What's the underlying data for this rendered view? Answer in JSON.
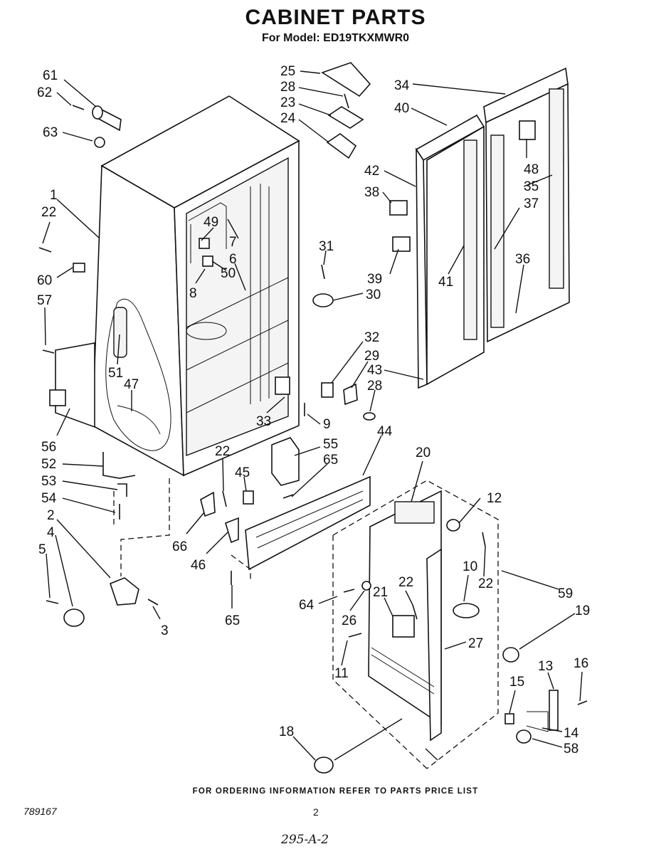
{
  "header": {
    "title": "CABINET PARTS",
    "subtitle": "For Model: ED19TKXMWR0"
  },
  "footer": {
    "ordering_note": "FOR ORDERING INFORMATION REFER TO PARTS PRICE LIST",
    "document_number": "789167",
    "page_number": "2",
    "handwritten_code": "295-A-2"
  },
  "callouts": [
    "61",
    "62",
    "63",
    "1",
    "22",
    "60",
    "57",
    "56",
    "52",
    "53",
    "54",
    "2",
    "4",
    "5",
    "3",
    "49",
    "7",
    "6",
    "50",
    "8",
    "51",
    "47",
    "25",
    "28",
    "23",
    "24",
    "34",
    "40",
    "42",
    "38",
    "48",
    "35",
    "37",
    "31",
    "39",
    "30",
    "41",
    "36",
    "32",
    "29",
    "43",
    "28",
    "33",
    "9",
    "44",
    "22",
    "55",
    "65",
    "45",
    "66",
    "46",
    "65",
    "20",
    "12",
    "22",
    "10",
    "59",
    "64",
    "22",
    "21",
    "26",
    "19",
    "27",
    "11",
    "13",
    "16",
    "15",
    "14",
    "58",
    "18"
  ]
}
